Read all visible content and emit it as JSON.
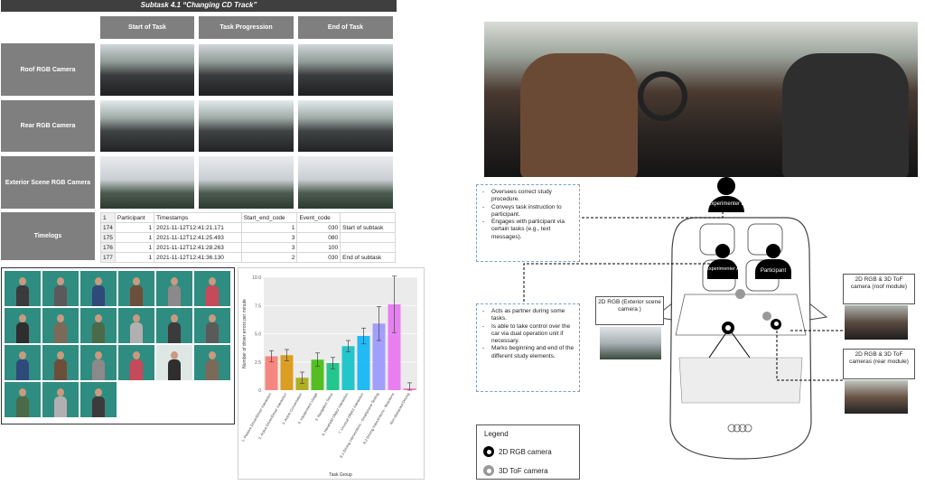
{
  "subtask": {
    "title": "Subtask 4.1 “Changing CD Track”",
    "columns": [
      "Start of Task",
      "Task Progression",
      "End of Task"
    ],
    "rows": [
      "Roof RGB Camera",
      "Rear RGB Camera",
      "Exterior Scene RGB Camera"
    ],
    "timelogs_label": "Timelogs",
    "log_header": [
      "1",
      "Participant",
      "Timestamps",
      "Start_end_code",
      "Event_code",
      ""
    ],
    "log_rows": [
      [
        "174",
        "1",
        "2021-11-12T12:41:21.171",
        "1",
        "030",
        "Start of subtask"
      ],
      [
        "175",
        "1",
        "2021-11-12T12:41:25.493",
        "3",
        "080",
        ""
      ],
      [
        "176",
        "1",
        "2021-11-12T12:41:28.263",
        "3",
        "100",
        ""
      ],
      [
        "177",
        "1",
        "2021-11-12T12:41:36.130",
        "2",
        "030",
        "End of subtask"
      ]
    ]
  },
  "chart_data": {
    "type": "bar",
    "ylabel": "Number of driver errors per minute",
    "xlabel": "Task Group",
    "ylim": [
      0,
      10
    ],
    "yticks": [
      0,
      2.5,
      5.0,
      7.5,
      10.0
    ],
    "ytick_labels": [
      "0",
      "2.5",
      "5.0",
      "7.5",
      "10.0"
    ],
    "categories": [
      "1. Passive Driver/Driver Interaction",
      "2. Active Driver/Driver Interaction",
      "3. Active Conversation",
      "4. Infotainment Usage",
      "5. Navigation Setup",
      "6. Handheld Object Interaction",
      "7. Unusual Object Interaction",
      "8.1 Driving Interventions - Smartphone Texting",
      "8.2 Driving Interventions - Reactions",
      "Non-distracted Driving"
    ],
    "values": [
      3.0,
      3.1,
      1.1,
      2.7,
      2.4,
      3.9,
      4.8,
      5.9,
      7.6,
      0.15
    ],
    "errors": [
      0.5,
      0.5,
      0.5,
      0.6,
      0.5,
      0.5,
      0.7,
      1.5,
      2.5,
      0.5
    ],
    "colors": [
      "#f8766d",
      "#d89000",
      "#a3a500",
      "#39b600",
      "#00bf7d",
      "#00bfc4",
      "#00b0f6",
      "#9590ff",
      "#e76bf3",
      "#ff62bc"
    ],
    "grid": true
  },
  "diagram": {
    "note1": [
      "Oversees correct study procedure.",
      "Conveys task instruction to participant.",
      "Engages with participant via certain tasks (e.g., text messages)."
    ],
    "note2": [
      "Acts as partner during some tasks.",
      "Is able to take control over the car via dual operation unit if necessary.",
      "Marks beginning and end of the different study elements."
    ],
    "experimenter_b": "Experimenter B",
    "experimenter_a": "Experimenter A",
    "participant": "Participant",
    "camera_exterior": "2D RGB (Exterior scene camera )",
    "camera_roof": "2D RGB & 3D ToF camera (roof module)",
    "camera_rear": "2D RGB & 3D ToF cameras (rear module)",
    "legend_title": "Legend",
    "legend_items": [
      "2D RGB camera",
      "3D ToF camera"
    ]
  }
}
